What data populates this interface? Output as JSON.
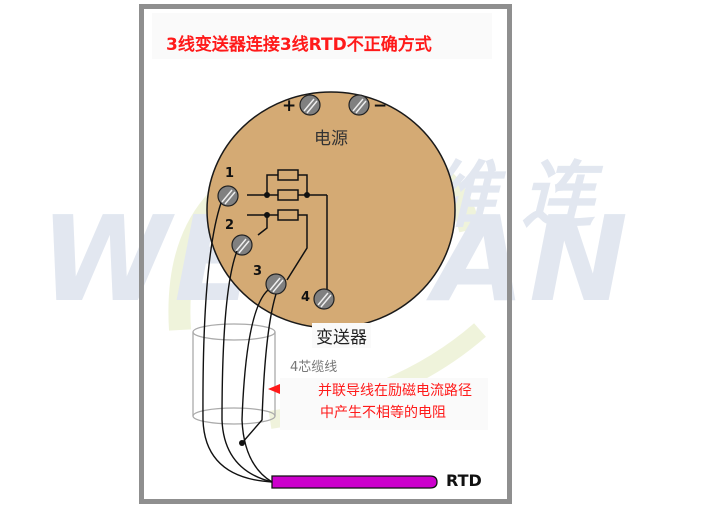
{
  "title": "3线变送器连接3线RTD不正确方式",
  "watermark": {
    "latin": "WEILIAN",
    "chinese": "维 连"
  },
  "transmitter": {
    "label": "变送器",
    "power_label": "电源",
    "power_plus": "+",
    "power_minus": "−",
    "terminals": [
      "1",
      "2",
      "3",
      "4"
    ]
  },
  "cable": {
    "label": "4芯缆线"
  },
  "annotation": {
    "line1": "并联导线在励磁电流路径",
    "line2": "中产生不相等的电阻"
  },
  "sensor": {
    "label": "RTD"
  },
  "colors": {
    "title": "#ff1a1a",
    "annotation": "#ff1a1a",
    "transmitter_body": "#d4aa74",
    "terminal_screw": "#808080",
    "rtd_probe": "#cc00cc",
    "frame": "#8f8f8f",
    "watermark": "#dfe5ef"
  }
}
